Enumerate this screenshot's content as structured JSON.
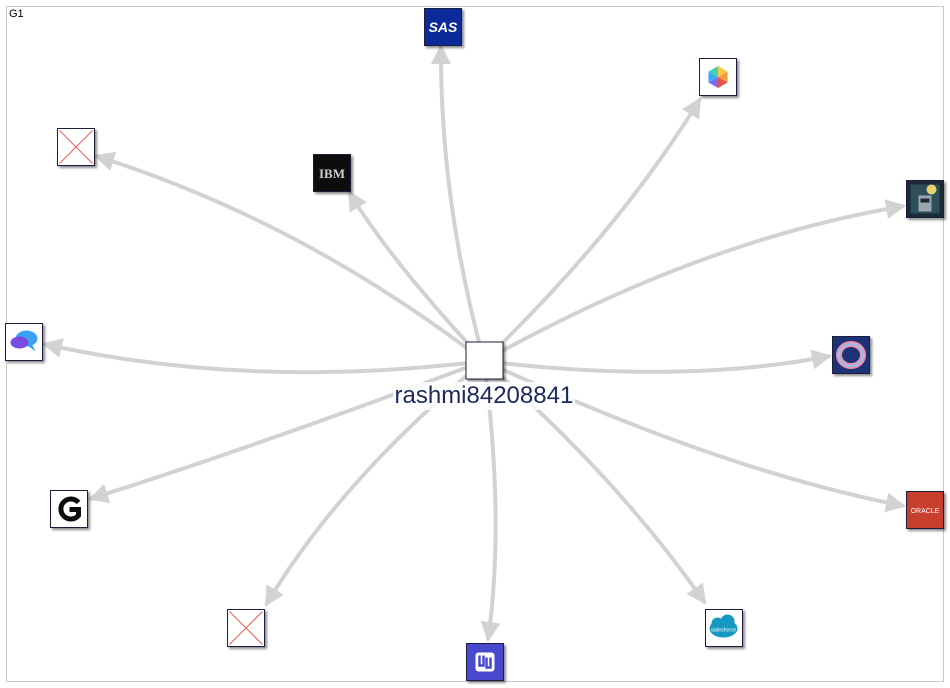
{
  "graph": {
    "label": "G1",
    "center": {
      "id": "rashmi84208841",
      "label": "rashmi84208841"
    },
    "nodes": [
      {
        "id": "sas",
        "label": "SAS",
        "icon": "sas-logo-icon"
      },
      {
        "id": "gem",
        "label": "",
        "icon": "hexagon-logo-icon"
      },
      {
        "id": "robot",
        "label": "",
        "icon": "robot-avatar-icon"
      },
      {
        "id": "ring",
        "label": "",
        "icon": "ring-logo-icon"
      },
      {
        "id": "oracle",
        "label": "ORACLE",
        "icon": "oracle-logo-icon"
      },
      {
        "id": "salesforce",
        "label": "salesforce",
        "icon": "salesforce-cloud-icon"
      },
      {
        "id": "u",
        "label": "",
        "icon": "u-logo-icon"
      },
      {
        "id": "missing2",
        "label": "",
        "icon": "broken-image-icon"
      },
      {
        "id": "g",
        "label": "",
        "icon": "g-logo-icon"
      },
      {
        "id": "chat",
        "label": "",
        "icon": "chat-bubbles-icon"
      },
      {
        "id": "missing1",
        "label": "",
        "icon": "broken-image-icon"
      },
      {
        "id": "ibm",
        "label": "IBM",
        "icon": "ibm-logo-icon"
      }
    ],
    "colors": {
      "edge": "#d2d2d2",
      "label": "#1c2a5a",
      "node_border": "#1a1a3a"
    }
  }
}
